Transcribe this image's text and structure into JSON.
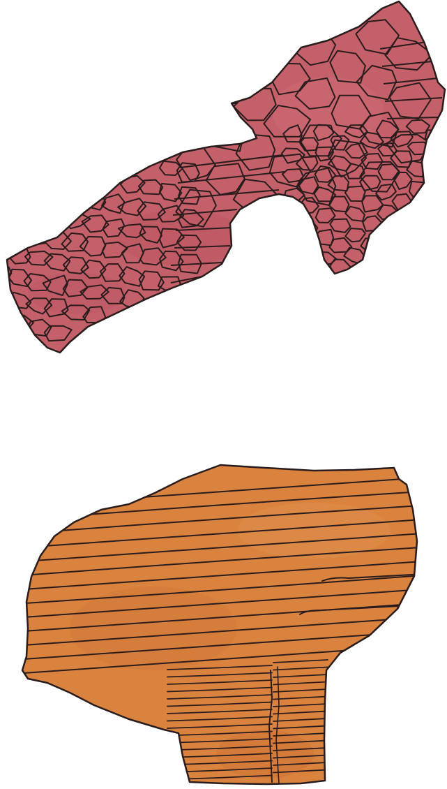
{
  "figure": {
    "page_background": "#ffffff",
    "outline_color": "#2a1c1c",
    "panels": [
      {
        "id": "top",
        "fill": "#c4606a",
        "texture": "cellular-mosaic-with-banded-domains"
      },
      {
        "id": "bottom",
        "fill": "#d9833f",
        "texture": "parallel-bands-with-step-offsets"
      }
    ]
  }
}
